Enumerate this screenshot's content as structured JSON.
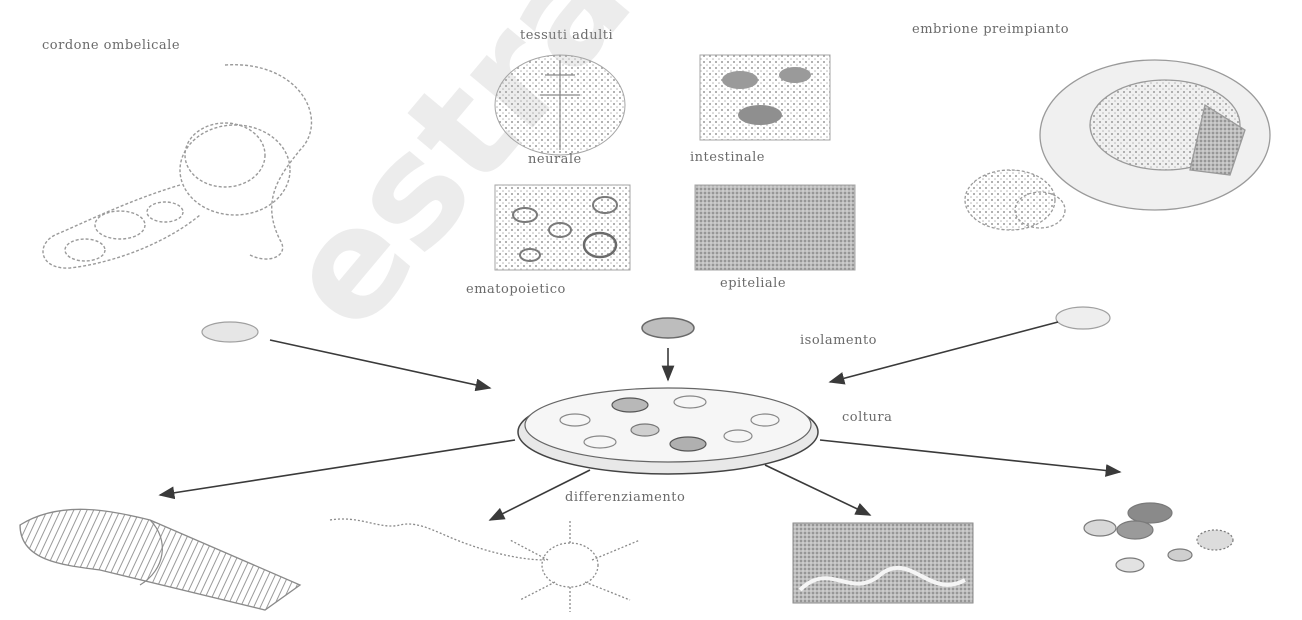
{
  "labels": {
    "origin_left": "cordone ombelicale",
    "origin_center": "tessuti adulti",
    "origin_right": "embrione preimpianto",
    "tissue_1": "neurale",
    "tissue_2": "intestinale",
    "tissue_3": "ematopoietico",
    "tissue_4": "epiteliale",
    "isolation": "isolamento",
    "culture": "coltura",
    "differentiation": "differenziamento"
  },
  "watermark": "estratta dal web",
  "colors": {
    "line": "#3a3a3a",
    "sketch": "#8a8a8a",
    "shade": "#cfcfcf"
  }
}
